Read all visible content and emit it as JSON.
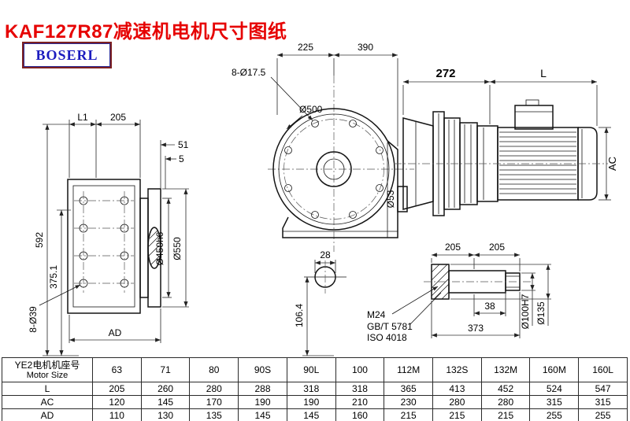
{
  "page": {
    "title": "KAF127R87减速机电机尺寸图纸",
    "brand": "BOSERL"
  },
  "colors": {
    "title_red": "#e60202",
    "brand_blue": "#1c1cbf",
    "brand_border_maroon": "#7d2021",
    "line_black": "#141414"
  },
  "dims": {
    "left_view": {
      "l1": "L1",
      "w205": "205",
      "t51": "51",
      "t5": "5",
      "h592": "592",
      "h375": "375.1",
      "holes": "8-Ø39",
      "ad": "AD",
      "d450": "Ø450h6",
      "d550": "Ø550"
    },
    "front_view": {
      "w225": "225",
      "w390": "390",
      "holes": "8-Ø17.5",
      "d500": "Ø500",
      "d53": "Ø53",
      "w28": "28",
      "h106": "106.4"
    },
    "side_view": {
      "w272": "272",
      "l": "L",
      "ac": "AC"
    },
    "shaft_detail": {
      "a205": "205",
      "b205": "205",
      "m24": "M24",
      "gbt": "GB/T 5781",
      "iso": "ISO 4018",
      "w38": "38",
      "w373": "373",
      "d100": "Ø100H7",
      "d135": "Ø135"
    }
  },
  "table": {
    "motor_size_cn": "YE2电机机座号",
    "motor_size_en": "Motor Size",
    "sizes": [
      "63",
      "71",
      "80",
      "90S",
      "90L",
      "100",
      "112M",
      "132S",
      "132M",
      "160M",
      "160L"
    ],
    "rows": [
      {
        "label": "L",
        "values": [
          "205",
          "260",
          "280",
          "288",
          "318",
          "318",
          "365",
          "413",
          "452",
          "524",
          "547"
        ]
      },
      {
        "label": "AC",
        "values": [
          "120",
          "145",
          "170",
          "190",
          "190",
          "210",
          "230",
          "280",
          "280",
          "315",
          "315"
        ]
      },
      {
        "label": "AD",
        "values": [
          "110",
          "130",
          "135",
          "145",
          "145",
          "160",
          "215",
          "215",
          "215",
          "255",
          "255"
        ]
      }
    ]
  }
}
